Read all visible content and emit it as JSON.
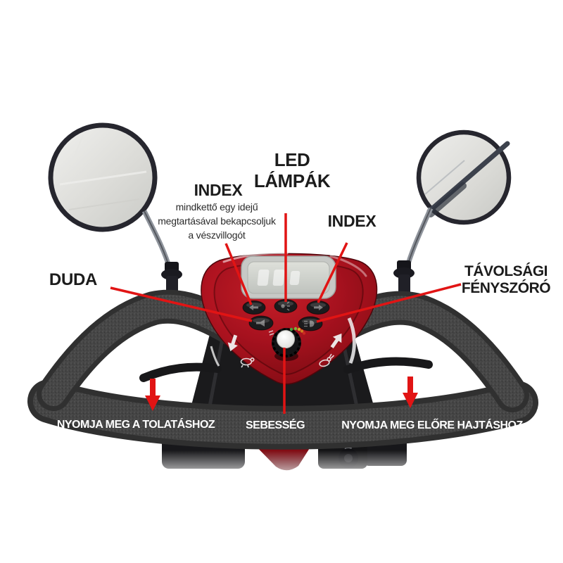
{
  "labels": {
    "led_lamps": {
      "line1": "LED",
      "line2": "LÁMPÁK"
    },
    "index_left": {
      "title": "INDEX",
      "note1": "mindkettő egy idejű",
      "note2": "megtartásával bekapcsoljuk",
      "note3": "a vészvillogót"
    },
    "index_right": {
      "title": "INDEX"
    },
    "horn": {
      "title": "DUDA"
    },
    "high_beam": {
      "line1": "TÁVOLSÁGI",
      "line2": "FÉNYSZÓRÓ"
    },
    "reverse_hint": "NYOMJA MEG A TOLATÁSHOZ",
    "speed_label": "SEBESSÉG",
    "forward_hint": "NYOMJA MEG ELŐRE HAJTÁSHOZ"
  },
  "icons": {
    "turn-left-icon": "left indicator arrow",
    "led-lamps-icon": "lamp with rays",
    "turn-right-icon": "right indicator arrow",
    "horn-icon": "horn trumpet",
    "high-beam-icon": "headlight beam",
    "turtle-icon": "slow speed turtle",
    "rabbit-icon": "fast speed rabbit",
    "down-arrow-icon": "red down arrow",
    "mirror-icon": "round rear-view mirror"
  },
  "colors": {
    "background": "#ffffff",
    "annotation_red": "#e11414",
    "console_red": "#b01320",
    "console_red_dark": "#6a0a12",
    "handlebar_gray": "#3f3f3f",
    "label_black": "#1c1c1c",
    "hint_white": "#ffffff",
    "mirror_glass": "#d9d9d6"
  }
}
